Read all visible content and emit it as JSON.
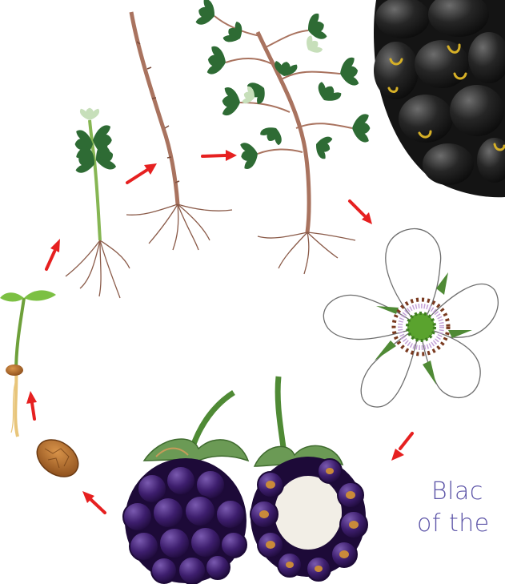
{
  "caption": {
    "line1": "Blac",
    "line2": "of the",
    "color": "#5d55a8"
  },
  "colors": {
    "arrow": "#e62020",
    "leaf": "#2e6b34",
    "stem": "#a9735f",
    "berry_purple": "#3d1e6d",
    "berry_black": "#1e1e1e",
    "seed": "#b5702e",
    "flower_center": "#5aa32e"
  },
  "stages": [
    {
      "name": "seed",
      "icon": "seed-icon"
    },
    {
      "name": "germinating-seed",
      "icon": "sprout-icon"
    },
    {
      "name": "seedling",
      "icon": "seedling-icon"
    },
    {
      "name": "young-cane",
      "icon": "cane-icon"
    },
    {
      "name": "leafy-plant",
      "icon": "plant-icon"
    },
    {
      "name": "flower",
      "icon": "flower-icon"
    },
    {
      "name": "blackberry-fruit",
      "icon": "fruit-icon"
    }
  ]
}
